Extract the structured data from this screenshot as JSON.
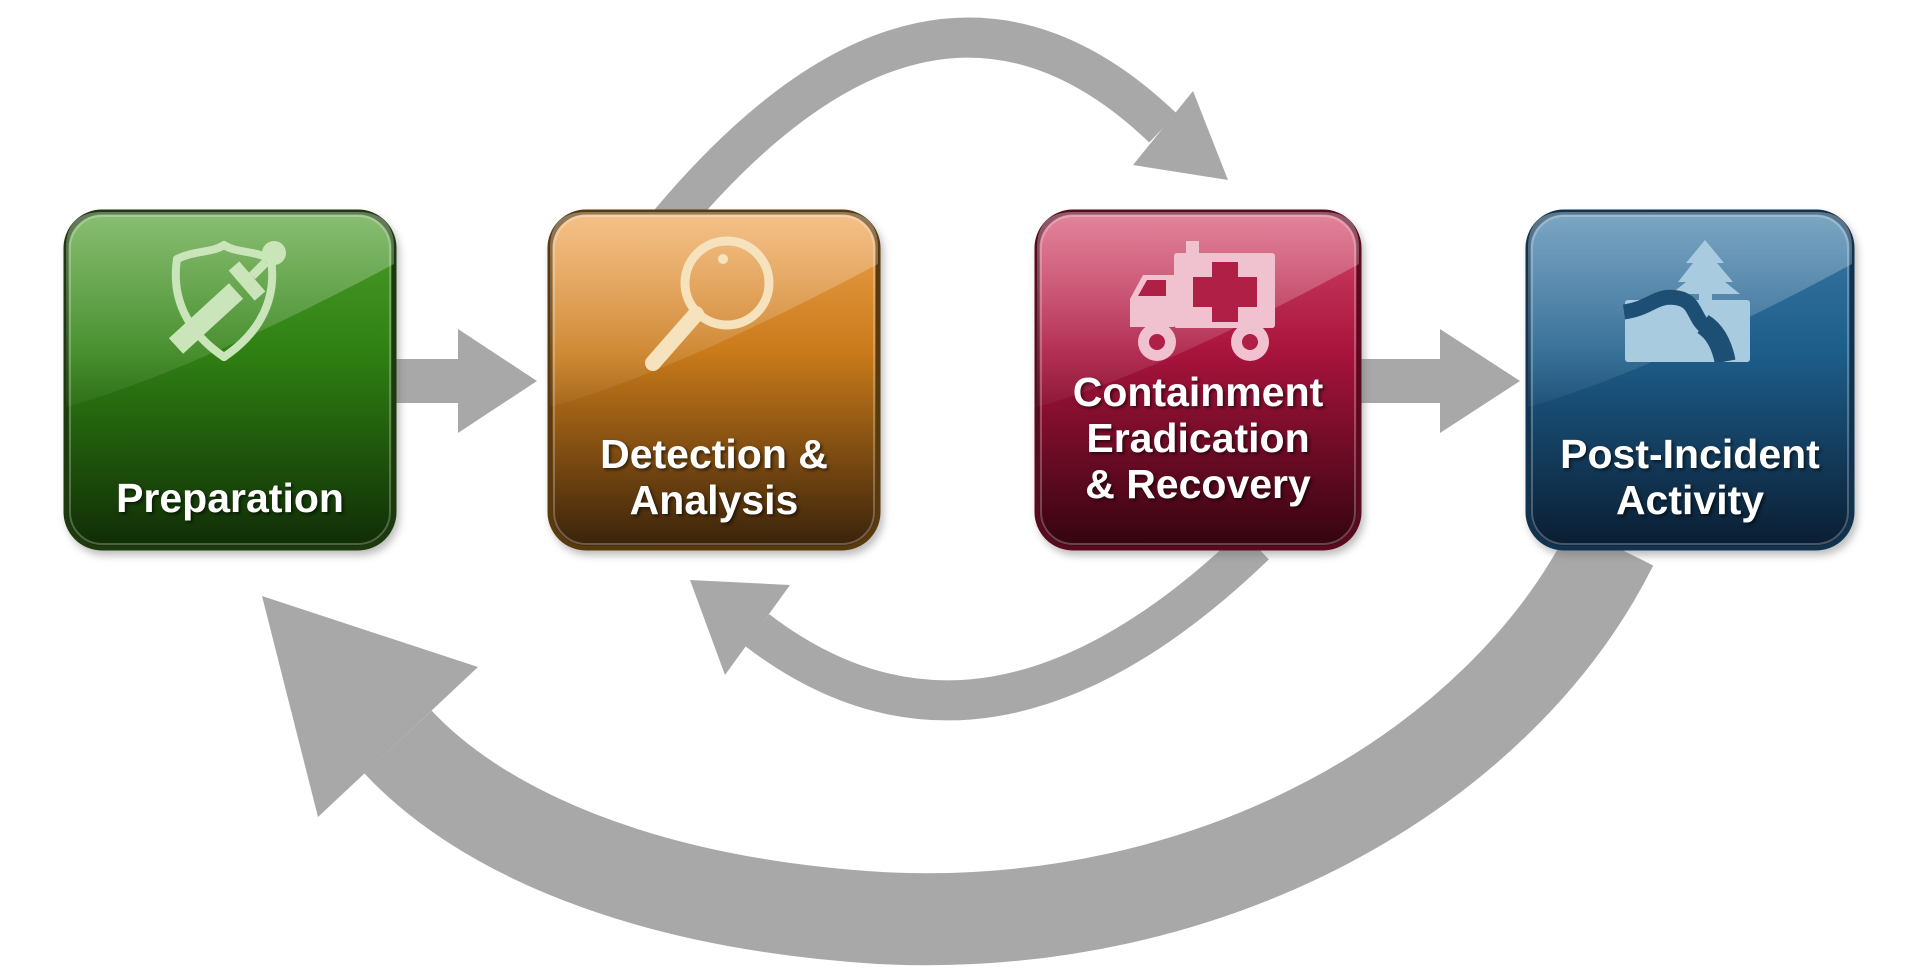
{
  "diagram_background": "#ffffff",
  "arrow_color": "#a8a8a8",
  "phases": [
    {
      "id": "preparation",
      "label_lines": [
        "Preparation"
      ],
      "icon": "shield-sword-icon",
      "icon_color": "#cbe5bb",
      "colors": {
        "top": "#4f9e2d",
        "mid": "#2f8013",
        "bottom": "#102c06",
        "border": "#1d390e"
      }
    },
    {
      "id": "detection-analysis",
      "label_lines": [
        "Detection &",
        "Analysis"
      ],
      "icon": "magnifier-icon",
      "icon_color": "#f6e2bc",
      "colors": {
        "top": "#f0a350",
        "mid": "#c97a1a",
        "bottom": "#38220a",
        "border": "#59390e"
      }
    },
    {
      "id": "containment-eradication-recovery",
      "label_lines": [
        "Containment",
        "Eradication",
        "& Recovery"
      ],
      "icon": "ambulance-icon",
      "icon_color": "#f0c2cf",
      "icon_cutout_color": "#b01f46",
      "colors": {
        "top": "#d4496b",
        "mid": "#a8133c",
        "bottom": "#33040f",
        "border": "#580a1e"
      }
    },
    {
      "id": "post-incident-activity",
      "label_lines": [
        "Post-Incident",
        "Activity"
      ],
      "icon": "tree-river-icon",
      "icon_color": "#a9cbe0",
      "icon_river_color": "#1d4e74",
      "colors": {
        "top": "#3c7aa6",
        "mid": "#1d5d8a",
        "bottom": "#0a1d31",
        "border": "#103450"
      }
    }
  ],
  "arrows": [
    {
      "id": "preparation-to-detection",
      "type": "straight-right",
      "from": "preparation",
      "to": "detection-analysis"
    },
    {
      "id": "detection-to-containment",
      "type": "arc-over-top",
      "from": "detection-analysis",
      "to": "containment-eradication-recovery"
    },
    {
      "id": "containment-to-detection",
      "type": "arc-under-bottom",
      "from": "containment-eradication-recovery",
      "to": "detection-analysis"
    },
    {
      "id": "containment-to-postincident",
      "type": "straight-right",
      "from": "containment-eradication-recovery",
      "to": "post-incident-activity"
    },
    {
      "id": "postincident-to-preparation",
      "type": "large-arc-under-bottom",
      "from": "post-incident-activity",
      "to": "preparation"
    }
  ]
}
